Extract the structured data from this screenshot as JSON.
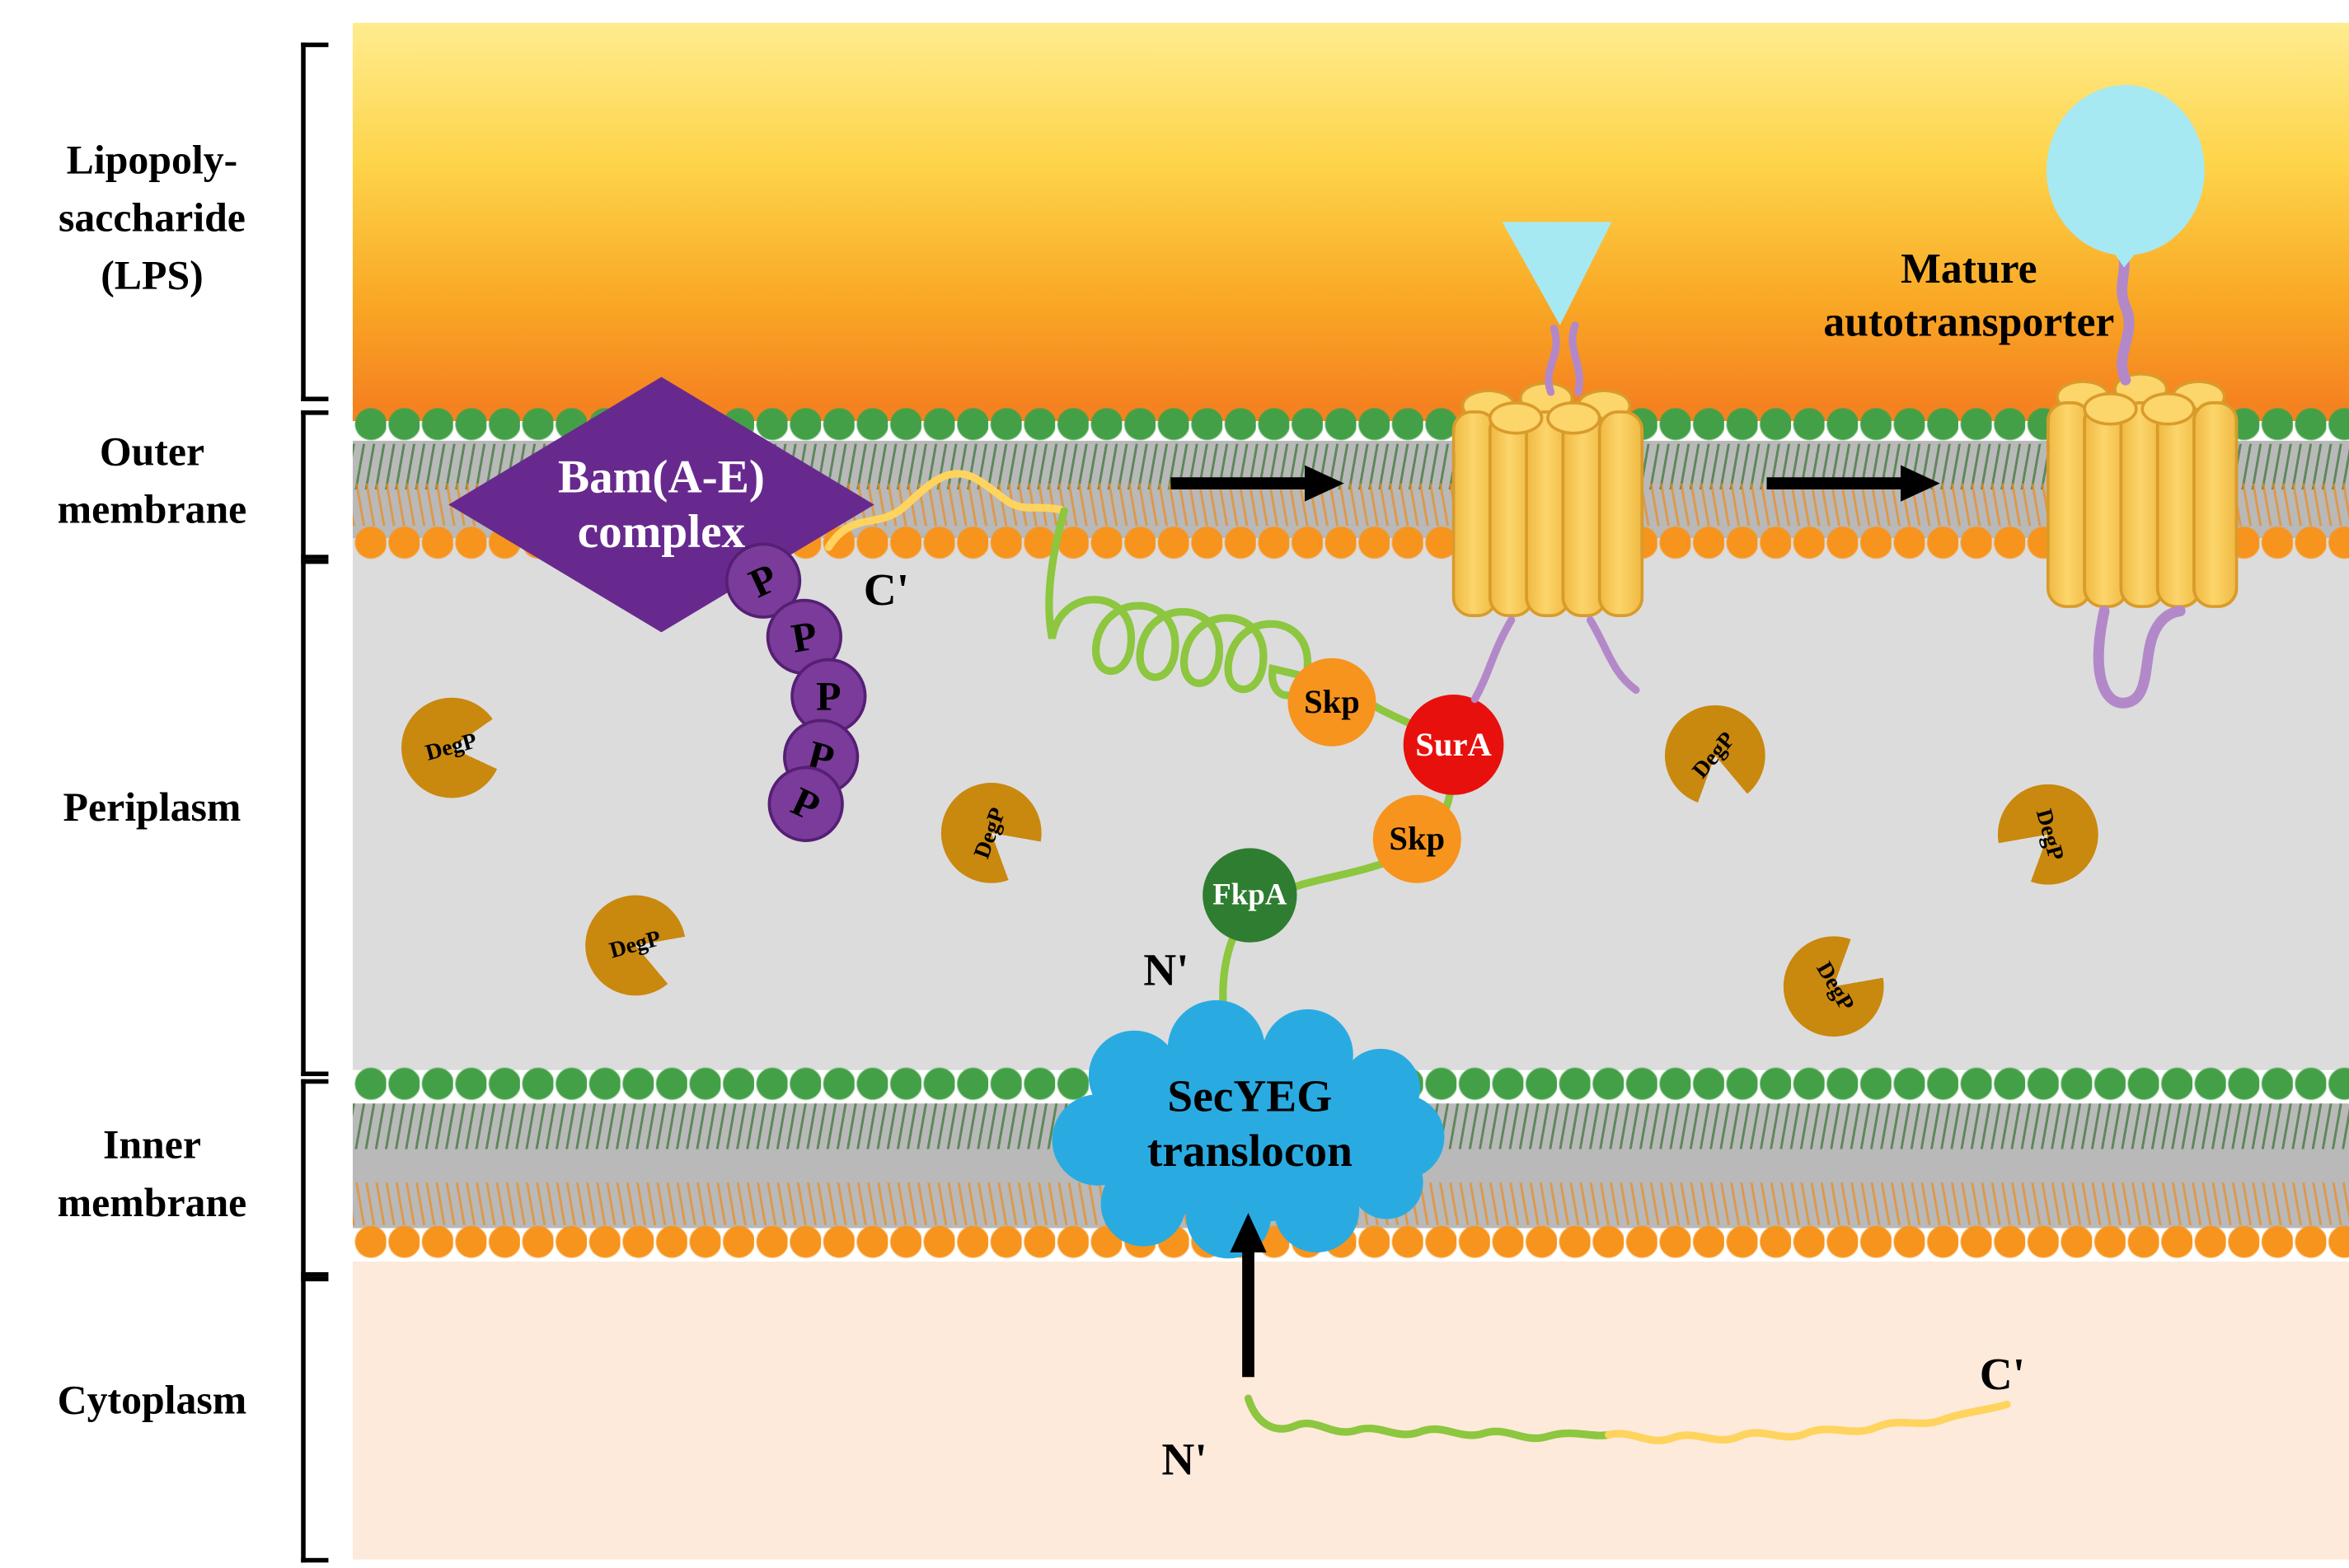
{
  "regions": {
    "lps": {
      "lines": [
        "Lipopoly-",
        "saccharide",
        "(LPS)"
      ]
    },
    "outer_membrane": {
      "lines": [
        "Outer",
        "membrane"
      ]
    },
    "periplasm": {
      "lines": [
        "Periplasm"
      ]
    },
    "inner_membrane": {
      "lines": [
        "Inner",
        "membrane"
      ]
    },
    "cytoplasm": {
      "lines": [
        "Cytoplasm"
      ]
    }
  },
  "molecules": {
    "bam_line1": "Bam(A-E)",
    "bam_line2": "complex",
    "potra": "P",
    "skp": "Skp",
    "sura": "SurA",
    "fkpa": "FkpA",
    "degp": "DegP",
    "secyeg_line1": "SecYEG",
    "secyeg_line2": "translocon",
    "mature_line1": "Mature",
    "mature_line2": "autotransporter"
  },
  "termini": {
    "c_bam": "C'",
    "n_periplasm": "N'",
    "n_cytoplasm": "N'",
    "c_cytoplasm": "C'"
  },
  "colors": {
    "bam": "#68298f",
    "potra": "#7a3b9b",
    "skp": "#f7941d",
    "sura": "#e8100c",
    "fkpa": "#2f7d31",
    "degp": "#c9880e",
    "secyeg": "#29abe2",
    "cyan": "#a7e9f2",
    "passenger": "#b388c9",
    "green": "#8dc63f",
    "yellow": "#ffd45e",
    "barrel": "#fcd56b",
    "barreledge": "#d99b2b",
    "headgreen": "#43a047",
    "headorange": "#f7941d",
    "memcore": "#b9b9b9",
    "periplasm": "#dcdcdc",
    "cytoplasm": "#fdeadb",
    "lpstop": "#ffec8f",
    "lpsbottom": "#f58220"
  }
}
